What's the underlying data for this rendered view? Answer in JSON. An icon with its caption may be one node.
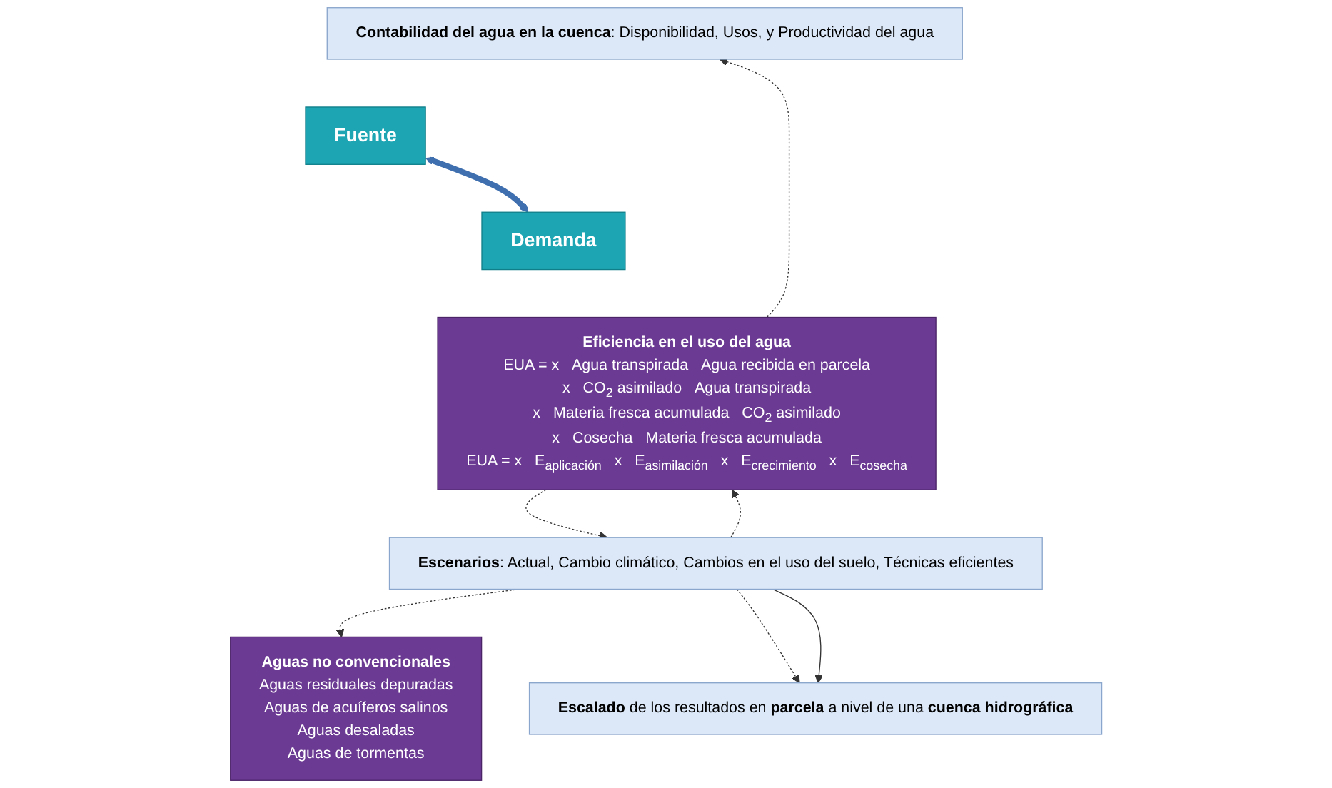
{
  "diagram": {
    "nodes": [
      {
        "text": [
          "**Contabilidad del agua en la cuenca**: Disponibilidad, Usos, y Productividad del agua"
        ]
      },
      {
        "text": [
          "Fuente"
        ]
      },
      {
        "text": [
          "Demanda"
        ]
      },
      {
        "text": [
          "Aguas no convencionales",
          "Aguas residuales depuradas",
          "Aguas de acuíferos salinos",
          "Aguas desaladas",
          "Aguas de tormentas"
        ]
      },
      {
        "text": [
          "Eficiencia en el uso del agua",
          "EUA = x",
          "Agua transpirada",
          "Agua recibida en parcela",
          "x",
          "CO$_{2}$ asimilado",
          "Agua transpirada",
          "x",
          "Materia fresca acumulada",
          "CO$_{2}$ asimilado",
          "x",
          "Cosecha",
          "Materia fresca acumulada",
          "EUA = x",
          "E$_{aplicación}$",
          "x",
          "E$_{asimilación}$",
          "x",
          "E$_{crecimiento}$",
          "x",
          "E$_{cosecha}$"
        ]
      },
      {
        "text": [
          "**Escenarios**: Actual, Cambio climático, Cambios en el uso del suelo, Técnicas eficientes"
        ]
      },
      {
        "text": [
          "**Escalado** de los resultados en **parcela** a nivel de una **cuenca hidrográfica**"
        ]
      }
    ],
    "edges": [
      {
        "from": 1,
        "to": 2,
        "arrow": "both",
        "style": "thick",
        "color": "#3f6fae"
      },
      {
        "from": 4,
        "to": 0,
        "arrow": "to",
        "style": "dashed"
      },
      {
        "from": 5,
        "to": 3,
        "arrow": "to",
        "style": "dashed"
      },
      {
        "from": 4,
        "to": 5,
        "arrow": "to",
        "style": "dashed"
      },
      {
        "from": 5,
        "to": 4,
        "arrow": "to",
        "style": "dashed"
      },
      {
        "from": 5,
        "to": 6,
        "arrow": "to",
        "style": "dashed"
      },
      {
        "from": 5,
        "to": 6,
        "arrow": "to"
      }
    ]
  }
}
